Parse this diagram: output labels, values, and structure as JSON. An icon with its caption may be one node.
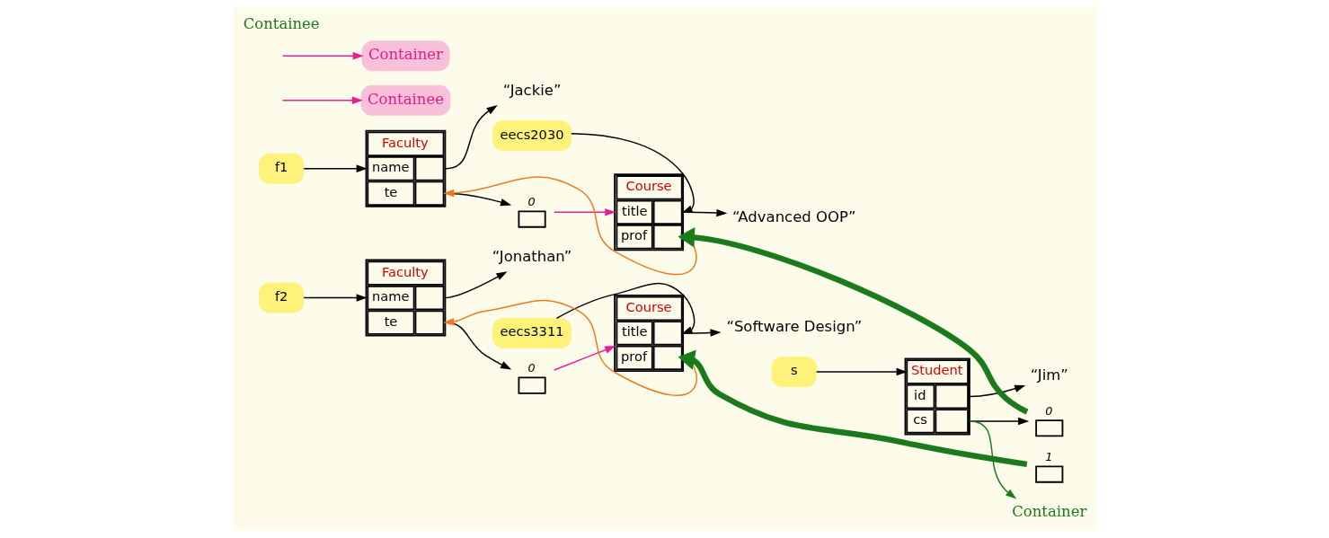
{
  "diagram": {
    "nodes": [
      {
        "text": [
          "f1"
        ]
      },
      {
        "text": [
          "Faculty",
          "name",
          "te"
        ]
      },
      {
        "text": [
          "“Jackie”"
        ]
      },
      {
        "text": [],
        "shape": "box",
        "beside": [
          "0"
        ]
      },
      {
        "text": [
          "eecs2030"
        ]
      },
      {
        "text": [
          "Course",
          "title",
          "prof"
        ]
      },
      {
        "text": [
          "“Advanced OOP”"
        ]
      },
      {
        "text": [
          "f2"
        ]
      },
      {
        "text": [
          "Faculty",
          "name",
          "te"
        ]
      },
      {
        "text": [
          "“Jonathan”"
        ]
      },
      {
        "text": [],
        "shape": "box",
        "beside": [
          "0"
        ]
      },
      {
        "text": [
          "eecs3311"
        ]
      },
      {
        "text": [
          "Course",
          "title",
          "prof"
        ]
      },
      {
        "text": [
          "“Software Design”"
        ]
      },
      {
        "text": [
          "s"
        ]
      },
      {
        "text": [
          "Student",
          "id",
          "cs"
        ]
      },
      {
        "text": [
          "“Jim”"
        ]
      },
      {
        "text": [],
        "shape": "box",
        "beside": [
          "0"
        ]
      },
      {
        "text": [],
        "shape": "box",
        "beside": [
          "1"
        ]
      },
      {
        "text": [
          "Containee"
        ]
      },
      {
        "text": [
          "Container"
        ]
      },
      {
        "text": [
          "Container"
        ]
      }
    ],
    "edges": [
      {
        "from": 0,
        "to": 1,
        "arrow": "to"
      },
      {
        "from": 1,
        "to": 2,
        "arrow": "to"
      },
      {
        "from": 1,
        "to": 3,
        "arrow": "to"
      },
      {
        "from": 3,
        "to": 5,
        "arrow": "to",
        "color": "#ee1c96"
      },
      {
        "from": 5,
        "to": 1,
        "arrow": "to",
        "color": "#f07a1e"
      },
      {
        "from": 4,
        "to": 5,
        "arrow": "to"
      },
      {
        "from": 5,
        "to": 6,
        "arrow": "to"
      },
      {
        "from": 7,
        "to": 8,
        "arrow": "to"
      },
      {
        "from": 8,
        "to": 9,
        "arrow": "to"
      },
      {
        "from": 8,
        "to": 10,
        "arrow": "to"
      },
      {
        "from": 10,
        "to": 12,
        "arrow": "to",
        "color": "#ee1c96"
      },
      {
        "from": 12,
        "to": 8,
        "arrow": "to",
        "color": "#f07a1e"
      },
      {
        "from": 11,
        "to": 12,
        "arrow": "to"
      },
      {
        "from": 12,
        "to": 13,
        "arrow": "to"
      },
      {
        "from": 14,
        "to": 15,
        "arrow": "to"
      },
      {
        "from": 15,
        "to": 16,
        "arrow": "to"
      },
      {
        "from": 15,
        "to": 17,
        "arrow": "to"
      },
      {
        "from": 17,
        "to": 5,
        "arrow": "to",
        "style": "thick",
        "color": "#1b7a1b"
      },
      {
        "from": 18,
        "to": 12,
        "arrow": "to",
        "style": "thick",
        "color": "#1b7a1b"
      },
      {
        "from": null,
        "to": 19,
        "arrow": "to",
        "color": "#ee1c96"
      },
      {
        "from": null,
        "to": 20,
        "arrow": "to",
        "color": "#ee1c96"
      },
      {
        "from": 15,
        "to": 21,
        "arrow": "to",
        "color": "#1b7a1b"
      }
    ],
    "labels": [
      "Containee"
    ]
  }
}
